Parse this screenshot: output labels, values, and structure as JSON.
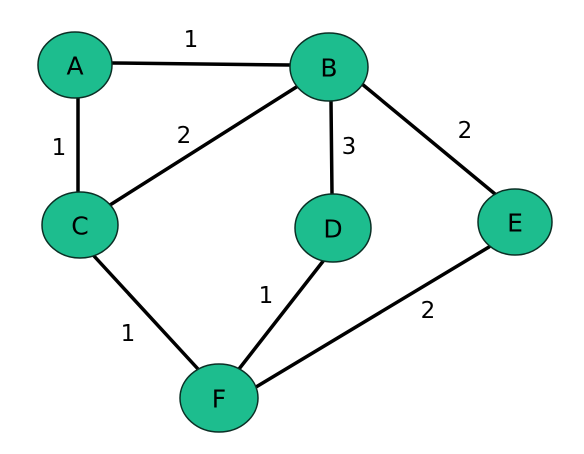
{
  "colors": {
    "node_fill": "#1dbd8e",
    "node_stroke": "#0b2f25",
    "edge": "#000000",
    "text": "#000000"
  },
  "nodes": [
    {
      "id": "A",
      "label": "A"
    },
    {
      "id": "B",
      "label": "B"
    },
    {
      "id": "C",
      "label": "C"
    },
    {
      "id": "D",
      "label": "D"
    },
    {
      "id": "E",
      "label": "E"
    },
    {
      "id": "F",
      "label": "F"
    }
  ],
  "edges": [
    {
      "from": "A",
      "to": "B",
      "weight": "1"
    },
    {
      "from": "A",
      "to": "C",
      "weight": "1"
    },
    {
      "from": "B",
      "to": "C",
      "weight": "2"
    },
    {
      "from": "B",
      "to": "D",
      "weight": "3"
    },
    {
      "from": "B",
      "to": "E",
      "weight": "2"
    },
    {
      "from": "C",
      "to": "F",
      "weight": "1"
    },
    {
      "from": "D",
      "to": "F",
      "weight": "1"
    },
    {
      "from": "E",
      "to": "F",
      "weight": "2"
    }
  ]
}
